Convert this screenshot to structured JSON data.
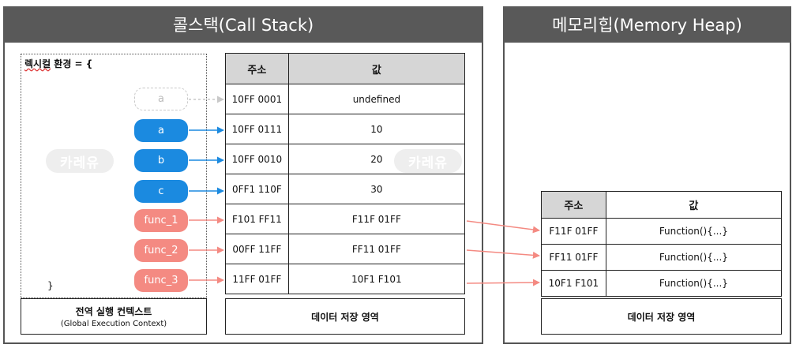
{
  "call_stack": {
    "title": "콜스택(Call Stack)",
    "lexical_env_label_part1": "렉시컬",
    "lexical_env_label_part2": " 환경 = {",
    "lexical_env_close": "}",
    "context_title": "전역 실행 컨텍스트",
    "context_subtitle": "(Global Execution Context)",
    "variables": [
      {
        "name": "a",
        "style": "ghost"
      },
      {
        "name": "a",
        "style": "blue"
      },
      {
        "name": "b",
        "style": "blue"
      },
      {
        "name": "c",
        "style": "blue"
      },
      {
        "name": "func_1",
        "style": "red"
      },
      {
        "name": "func_2",
        "style": "red"
      },
      {
        "name": "func_3",
        "style": "red"
      }
    ],
    "table_headers": {
      "address": "주소",
      "value": "값"
    },
    "rows": [
      {
        "address": "10FF 0001",
        "value": "undefined"
      },
      {
        "address": "10FF 0111",
        "value": "10"
      },
      {
        "address": "10FF 0010",
        "value": "20"
      },
      {
        "address": "0FF1 110F",
        "value": "30"
      },
      {
        "address": "F101 FF11",
        "value": "F11F 01FF"
      },
      {
        "address": "00FF 11FF",
        "value": "FF11 01FF"
      },
      {
        "address": "11FF 01FF",
        "value": "10F1 F101"
      }
    ],
    "storage_label": "데이터 저장 영역"
  },
  "memory_heap": {
    "title": "메모리힙(Memory Heap)",
    "table_headers": {
      "address": "주소",
      "value": "값"
    },
    "rows": [
      {
        "address": "F11F 01FF",
        "value": "Function(){...}"
      },
      {
        "address": "FF11 01FF",
        "value": "Function(){...}"
      },
      {
        "address": "10F1 F101",
        "value": "Function(){...}"
      }
    ],
    "storage_label": "데이터 저장 영역"
  },
  "watermark": "카레유",
  "colors": {
    "header_bg": "#595959",
    "variable_blue": "#1b8ae0",
    "function_red": "#f48a82",
    "ghost_gray": "#c9c9c9",
    "table_header_bg": "#d6d6d6"
  }
}
